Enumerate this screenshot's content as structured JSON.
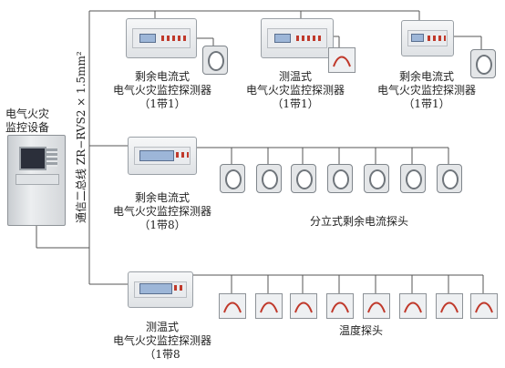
{
  "controller": {
    "line1": "电气火灾",
    "line2": "监控设备"
  },
  "bus_label": "通信二总线 ZR−RVS2 × 1.5mm²",
  "top_row": [
    {
      "line1": "剩余电流式",
      "line2": "电气火灾监控探测器",
      "line3": "（1带1）"
    },
    {
      "line1": "测温式",
      "line2": "电气火灾监控探测器",
      "line3": "（1带1）"
    },
    {
      "line1": "剩余电流式",
      "line2": "电气火灾监控探测器",
      "line3": "（1带1）"
    }
  ],
  "mid_row": {
    "line1": "剩余电流式",
    "line2": "电气火灾监控探测器",
    "line3": "（1带8）",
    "sensor_label": "分立式剩余电流探头"
  },
  "bottom_row": {
    "line1": "测温式",
    "line2": "电气火灾监控探测器",
    "line3": "（1带8",
    "sensor_label": "温度探头"
  },
  "colors": {
    "wire": "#555555",
    "probe_wire": "#c0392b"
  },
  "icons": [
    "controller-cabinet",
    "detector-unit",
    "current-transformer-ring",
    "temperature-probe"
  ]
}
